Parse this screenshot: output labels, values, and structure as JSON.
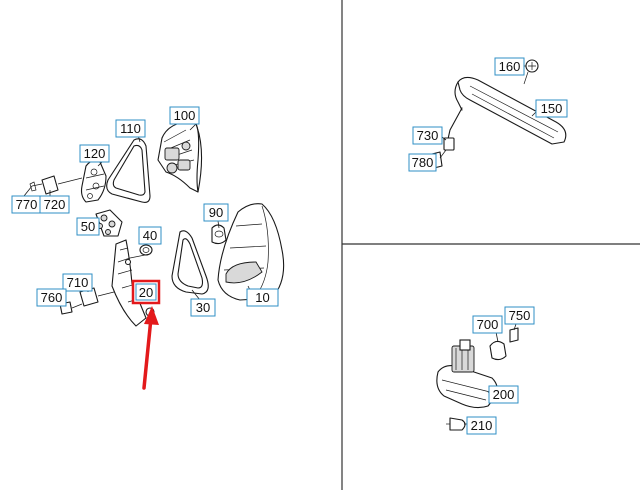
{
  "colors": {
    "label_border": "#2f8fc6",
    "highlight": "#e3191b",
    "line": "#1a1a1a",
    "divider": "#333333"
  },
  "labels": {
    "p10": "10",
    "p20": "20",
    "p30": "30",
    "p40": "40",
    "p50": "50",
    "p90": "90",
    "p100": "100",
    "p110": "110",
    "p120": "120",
    "p150": "150",
    "p160": "160",
    "p200": "200",
    "p210": "210",
    "p700": "700",
    "p710": "710",
    "p720": "720",
    "p730": "730",
    "p750": "750",
    "p760": "760",
    "p770": "770",
    "p780": "780"
  },
  "highlighted_part": "20"
}
